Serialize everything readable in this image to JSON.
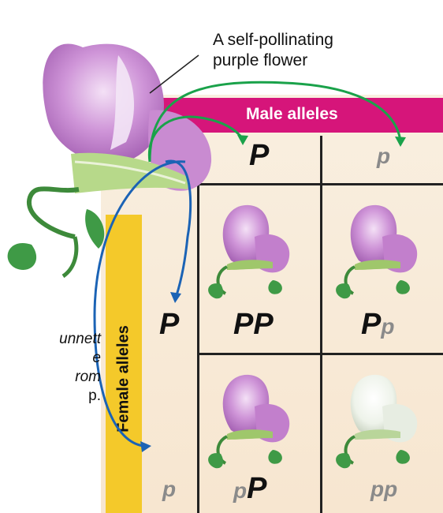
{
  "title_lines": [
    "A self-pollinating",
    "purple flower"
  ],
  "male_header": "Male alleles",
  "female_label": "Female alleles",
  "male_alleles": [
    "P",
    "p"
  ],
  "female_alleles": [
    "P",
    "p"
  ],
  "cells": [
    {
      "first": "P",
      "second": "P",
      "flower": "purple"
    },
    {
      "first": "P",
      "second": "p",
      "flower": "purple"
    },
    {
      "first": "p",
      "second": "P",
      "flower": "purple"
    },
    {
      "first": "p",
      "second": "p",
      "flower": "white"
    }
  ],
  "caption_lines": [
    "unnett",
    "e",
    "rom",
    "p."
  ],
  "colors": {
    "magenta": "#d6157a",
    "yellow": "#f4c92a",
    "purple_petal": "#c98bd1",
    "white_petal": "#eef2ea",
    "green_arrow": "#1aa24a",
    "blue_arrow": "#1b63b5"
  }
}
